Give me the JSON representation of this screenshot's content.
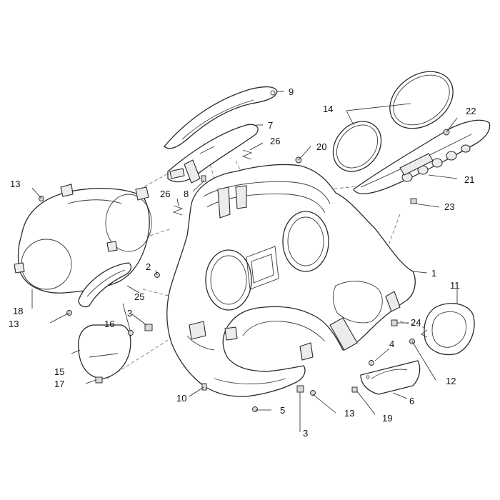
{
  "labels": {
    "p1": "1",
    "p2": "2",
    "p3a": "3",
    "p3b": "3",
    "p4": "4",
    "p5": "5",
    "p6": "6",
    "p7": "7",
    "p8": "8",
    "p9": "9",
    "p10": "10",
    "p11": "11",
    "p12": "12",
    "p13a": "13",
    "p13b": "13",
    "p13c": "13",
    "p14": "14",
    "p15": "15",
    "p16": "16",
    "p17": "17",
    "p18": "18",
    "p19": "19",
    "p20": "20",
    "p21": "21",
    "p22": "22",
    "p23": "23",
    "p24": "24",
    "p25": "25",
    "p26a": "26",
    "p26b": "26"
  }
}
